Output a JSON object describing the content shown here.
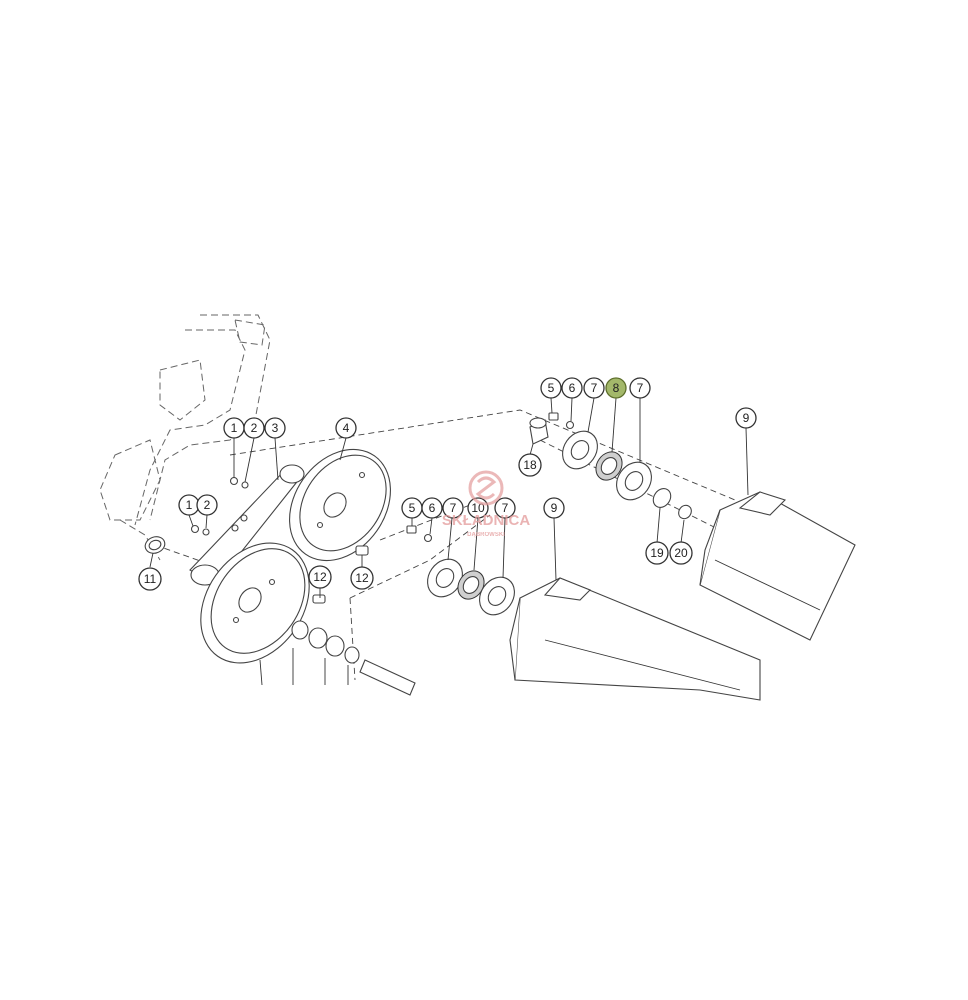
{
  "diagram": {
    "highlight_color": "#a3b86a",
    "callouts": [
      "1",
      "2",
      "3",
      "4",
      "1",
      "2",
      "11",
      "12",
      "12",
      "5",
      "6",
      "7",
      "10",
      "7",
      "9",
      "18",
      "5",
      "6",
      "7",
      "8",
      "7",
      "19",
      "20",
      "9"
    ],
    "highlighted": "8"
  },
  "watermark": {
    "name": "SKŁADNICA",
    "sub": "DĄBROWSKI"
  }
}
